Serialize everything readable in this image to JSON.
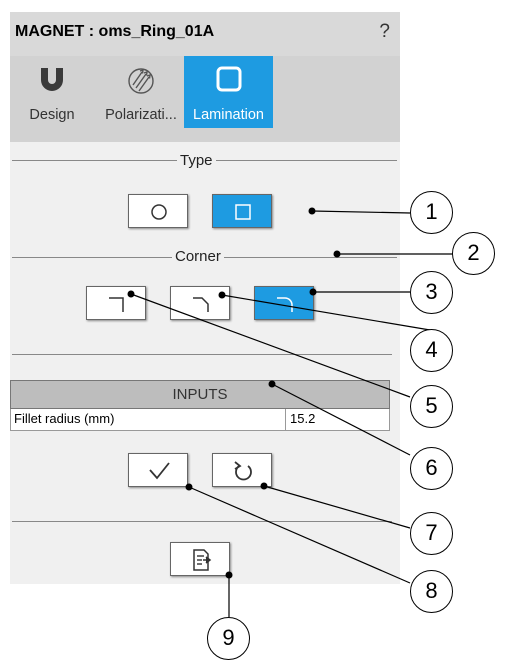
{
  "header": {
    "title": "MAGNET : oms_Ring_01A",
    "help": "?"
  },
  "tabs": [
    {
      "label": "Design",
      "icon": "magnet-icon",
      "active": false
    },
    {
      "label": "Polarizati...",
      "icon": "polarization-icon",
      "active": false
    },
    {
      "label": "Lamination",
      "icon": "lamination-icon",
      "active": true
    }
  ],
  "type_section": {
    "title": "Type",
    "options": [
      "circle-type-icon",
      "square-type-icon"
    ],
    "selected": "square"
  },
  "corner_section": {
    "title": "Corner",
    "options": [
      "sharp-corner-icon",
      "chamfer-corner-icon",
      "fillet-corner-icon"
    ],
    "selected": "fillet"
  },
  "inputs": {
    "header": "INPUTS",
    "rows": [
      {
        "label": "Fillet radius (mm)",
        "value": "15.2"
      }
    ]
  },
  "actions": {
    "apply": "checkmark-icon",
    "reset": "undo-icon",
    "exit": "exit-icon"
  },
  "callouts": [
    "1",
    "2",
    "3",
    "4",
    "5",
    "6",
    "7",
    "8",
    "9"
  ],
  "colors": {
    "accent": "#1e9be1",
    "panel": "#f0f0f0",
    "titlebar": "#d9d9d9",
    "tabstrip": "#d2d2d2",
    "inputs_header": "#bdbdbd"
  }
}
